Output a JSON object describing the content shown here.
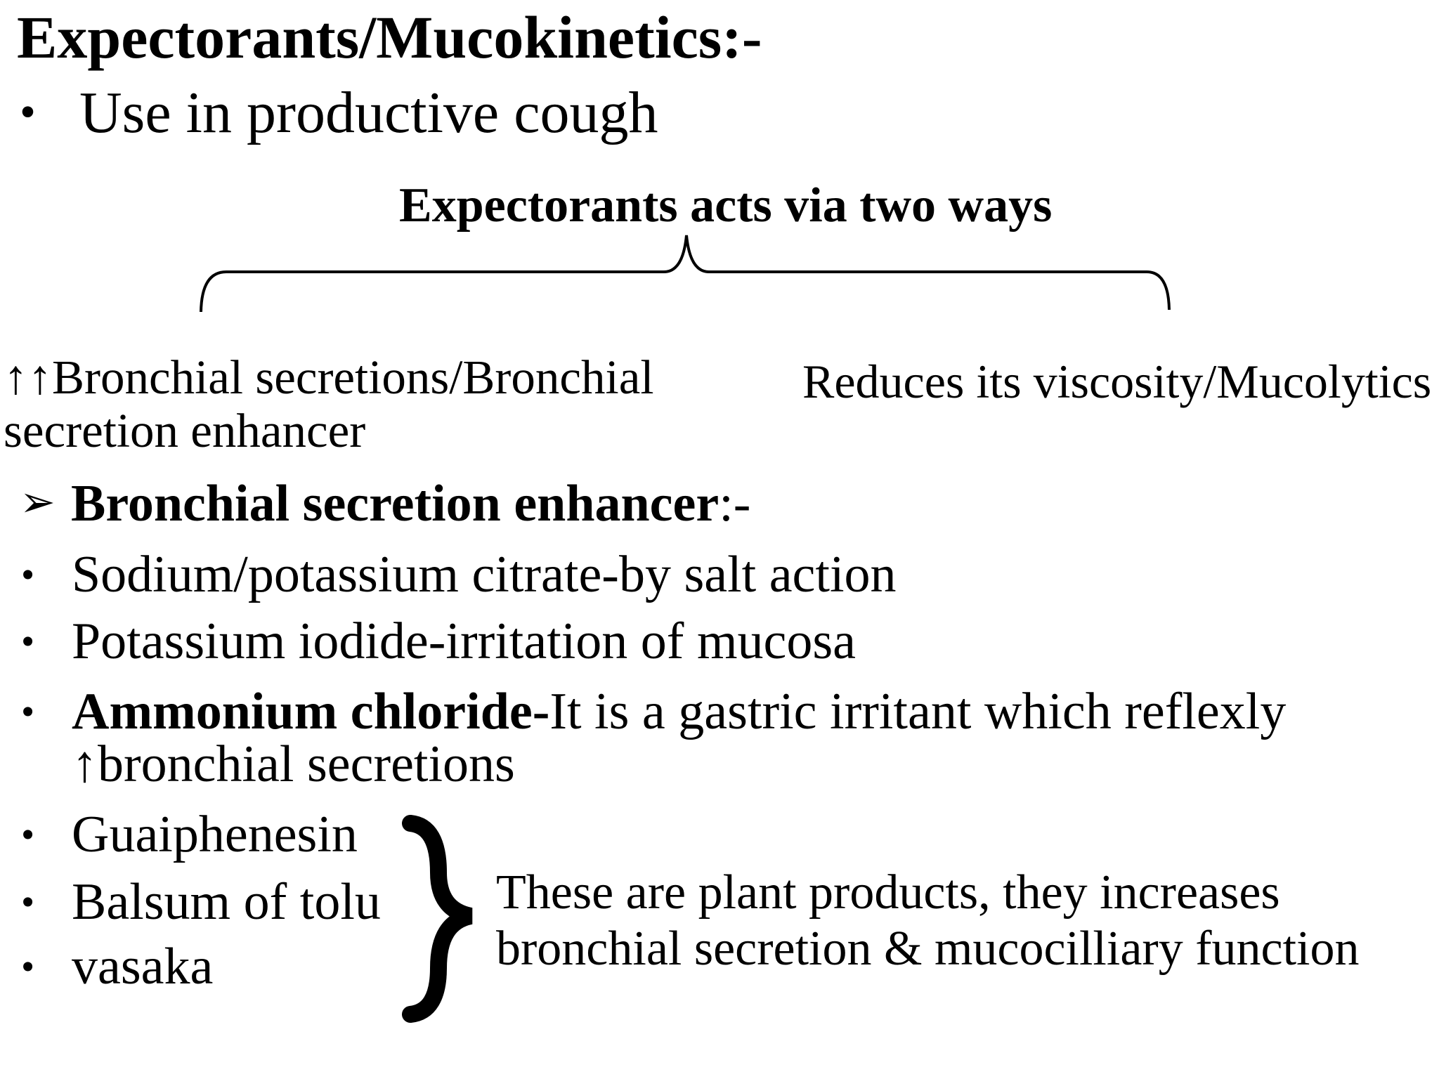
{
  "slide": {
    "colors": {
      "background": "#ffffff",
      "text": "#000000"
    },
    "bullet_glyph": "•",
    "arrow_glyph": "➢",
    "title": "Expectorants/Mucokinetics:-",
    "intro_bullet": "Use in productive cough",
    "two_way": {
      "heading": "Expectorants acts via two ways",
      "left_branch": "↑↑Bronchial secretions/Bronchial secretion enhancer",
      "right_branch": "Reduces its viscosity/Mucolytics"
    },
    "enhancer_section": {
      "heading_bold": "Bronchial secretion enhancer",
      "heading_suffix": ":-",
      "items": {
        "sodium": "Sodium/potassium citrate-by salt action",
        "potassium": "Potassium iodide-irritation of mucosa",
        "ammonium_bold": "Ammonium chloride-",
        "ammonium_rest": "It is a gastric irritant which reflexly ↑bronchial secretions",
        "guaiphenesin": "Guaiphenesin",
        "balsum": "Balsum of tolu",
        "vasaka": "vasaka"
      }
    },
    "plant_note": "These are plant products, they increases bronchial secretion & mucocilliary function"
  }
}
